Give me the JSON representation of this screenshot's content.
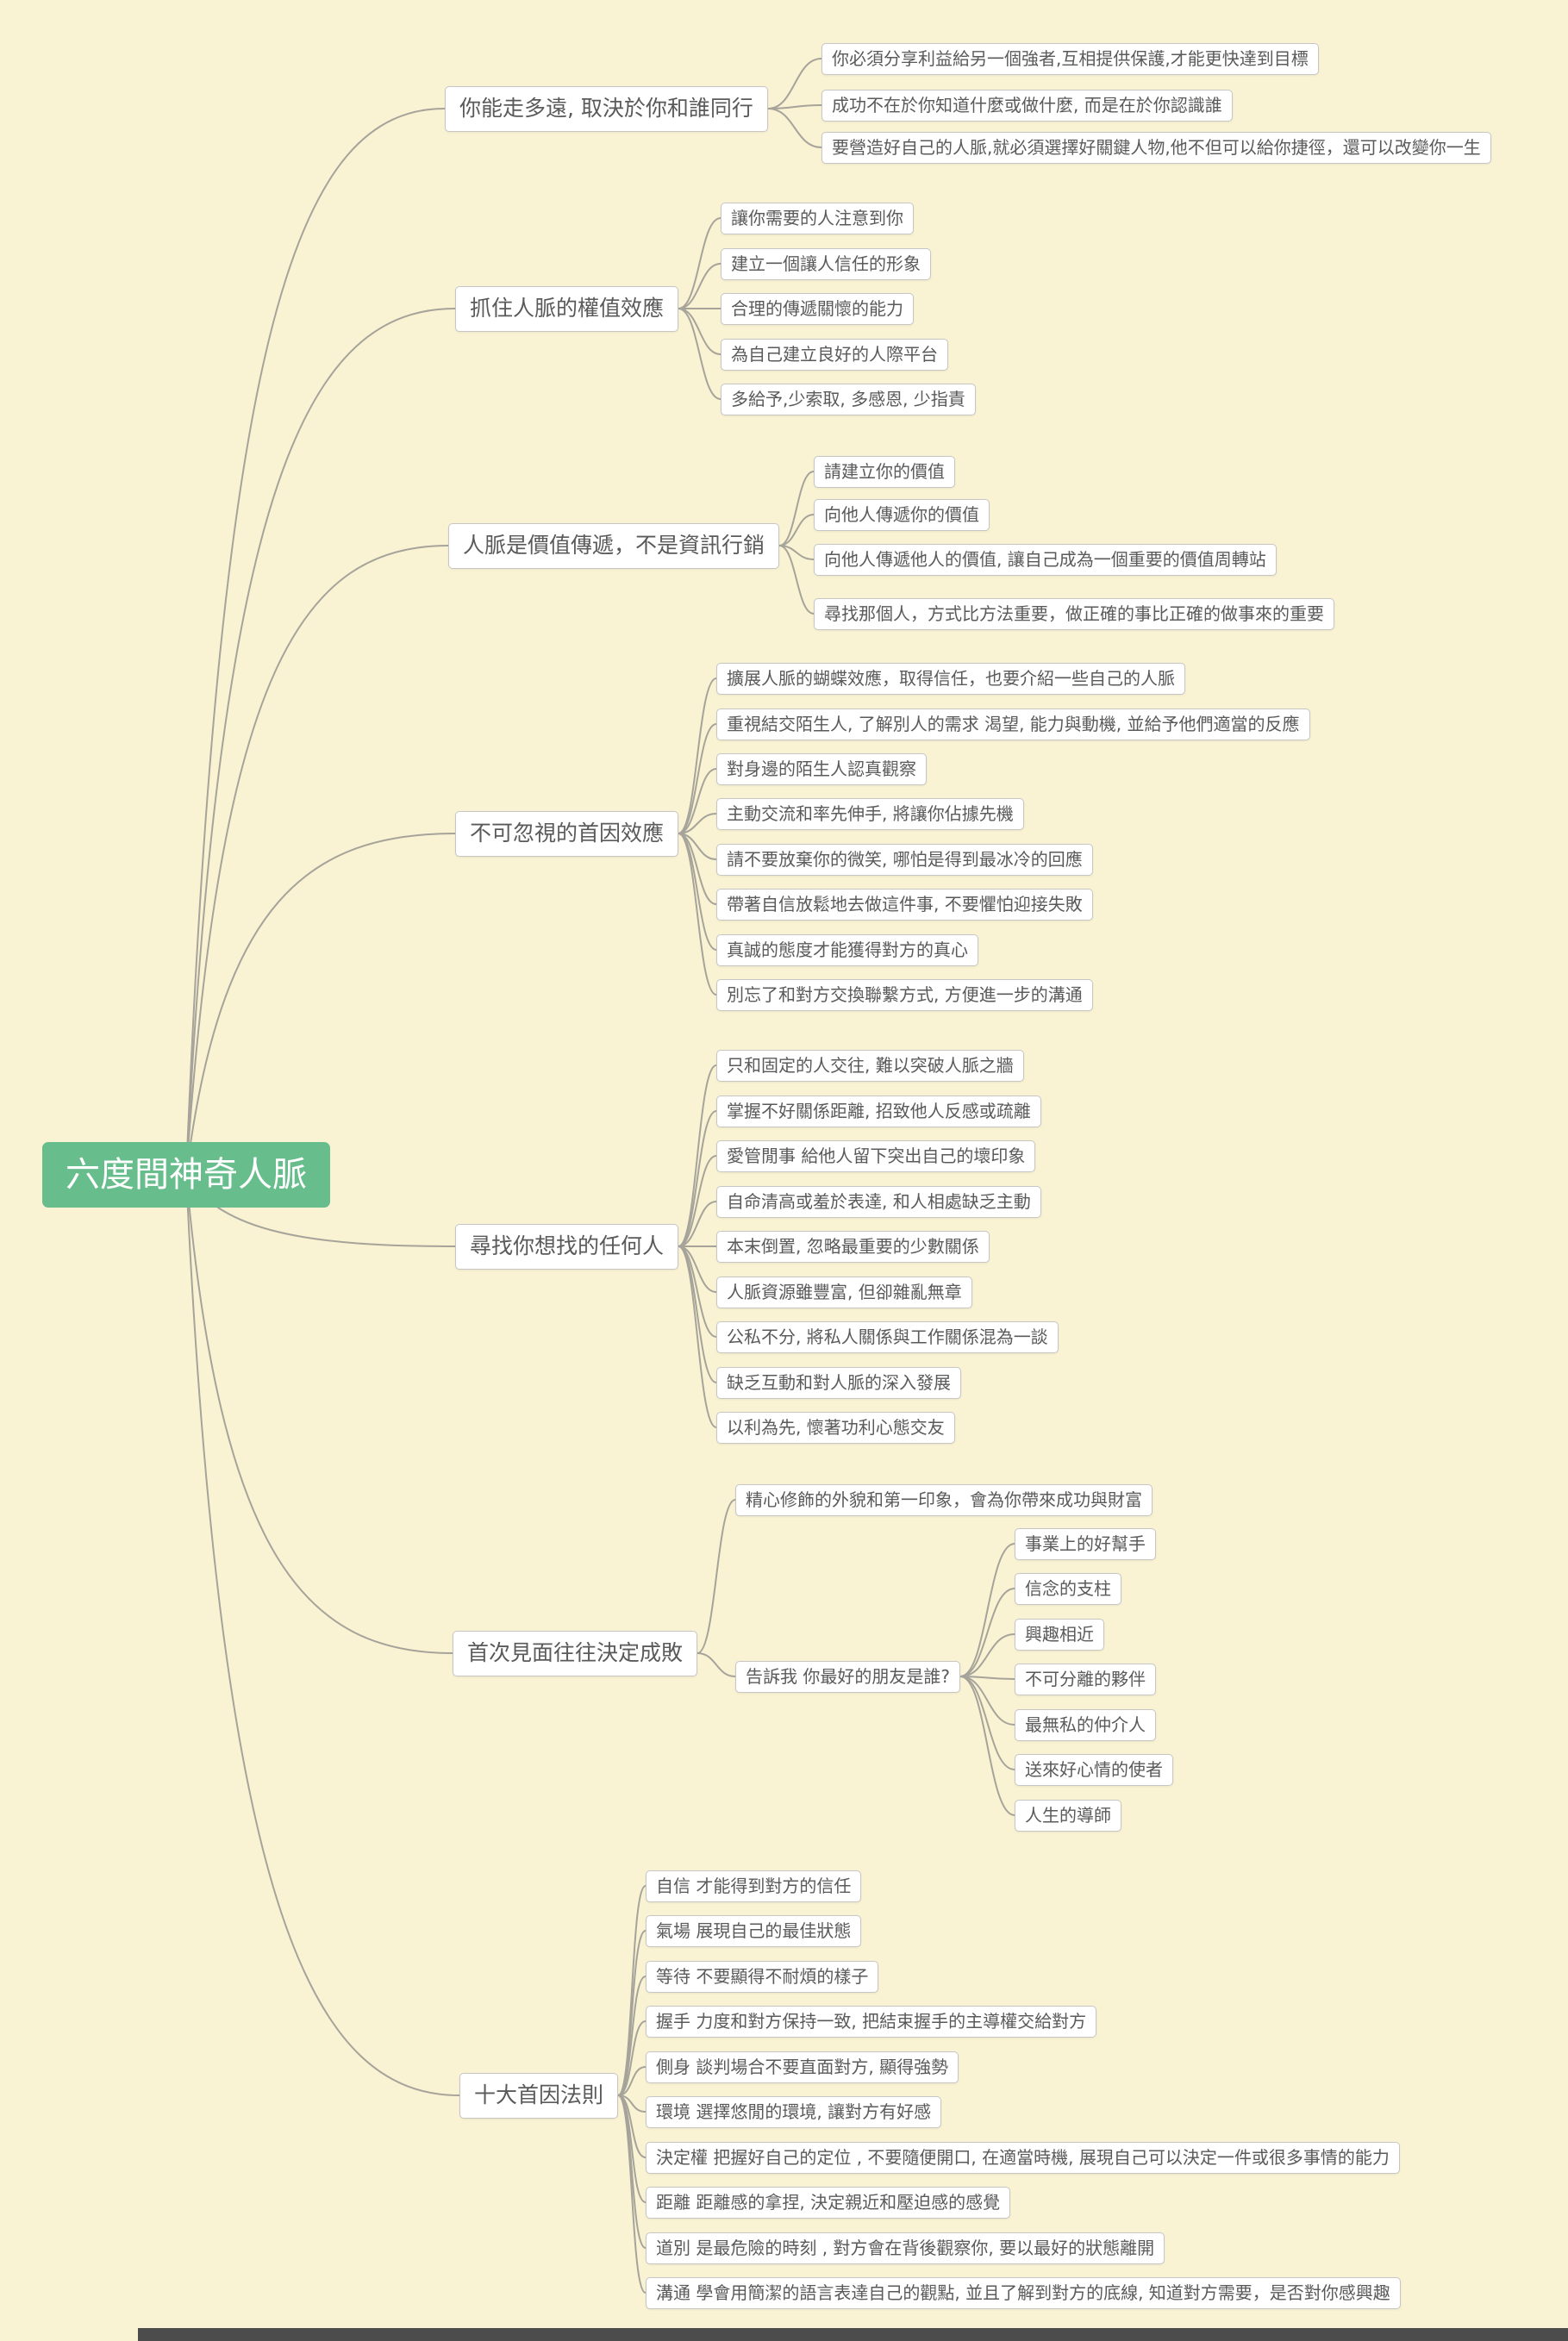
{
  "colors": {
    "background": "#f9f3d3",
    "node_fill": "#ffffff",
    "node_border": "#c6c6c6",
    "node_text": "#5a5a5a",
    "root_bg": "#67bd8b",
    "root_text": "#ffffff",
    "line": "#a6a39a",
    "scrollbar": "#4c4c4c"
  },
  "root": {
    "label": "六度間神奇人脈"
  },
  "branches": [
    {
      "label": "你能走多遠, 取決於你和誰同行",
      "children": [
        {
          "label": "你必須分享利益給另一個強者,互相提供保護,才能更快達到目標"
        },
        {
          "label": "成功不在於你知道什麼或做什麼, 而是在於你認識誰"
        },
        {
          "label": "要營造好自己的人脈,就必須選擇好關鍵人物,他不但可以給你捷徑，還可以改變你一生"
        }
      ]
    },
    {
      "label": "抓住人脈的權值效應",
      "children": [
        {
          "label": "讓你需要的人注意到你"
        },
        {
          "label": "建立一個讓人信任的形象"
        },
        {
          "label": "合理的傳遞關懷的能力"
        },
        {
          "label": "為自己建立良好的人際平台"
        },
        {
          "label": "多給予,少索取, 多感恩, 少指責"
        }
      ]
    },
    {
      "label": "人脈是價值傳遞，不是資訊行銷",
      "children": [
        {
          "label": "請建立你的價值"
        },
        {
          "label": "向他人傳遞你的價值"
        },
        {
          "label": "向他人傳遞他人的價值, 讓自己成為一個重要的價值周轉站"
        },
        {
          "label": "尋找那個人，方式比方法重要，做正確的事比正確的做事來的重要"
        }
      ]
    },
    {
      "label": "不可忽視的首因效應",
      "children": [
        {
          "label": "擴展人脈的蝴蝶效應，取得信任，也要介紹一些自己的人脈"
        },
        {
          "label": "重視結交陌生人, 了解別人的需求 渴望, 能力與動機, 並給予他們適當的反應"
        },
        {
          "label": "對身邊的陌生人認真觀察"
        },
        {
          "label": "主動交流和率先伸手, 將讓你佔據先機"
        },
        {
          "label": "請不要放棄你的微笑, 哪怕是得到最冰冷的回應"
        },
        {
          "label": "帶著自信放鬆地去做這件事, 不要懼怕迎接失敗"
        },
        {
          "label": "真誠的態度才能獲得對方的真心"
        },
        {
          "label": "別忘了和對方交換聯繫方式, 方便進一步的溝通"
        }
      ]
    },
    {
      "label": "尋找你想找的任何人",
      "children": [
        {
          "label": "只和固定的人交往, 難以突破人脈之牆"
        },
        {
          "label": "掌握不好關係距離, 招致他人反感或疏離"
        },
        {
          "label": "愛管閒事 給他人留下突出自己的壞印象"
        },
        {
          "label": "自命清高或羞於表達, 和人相處缺乏主動"
        },
        {
          "label": "本末倒置, 忽略最重要的少數關係"
        },
        {
          "label": "人脈資源雖豐富, 但卻雜亂無章"
        },
        {
          "label": "公私不分, 將私人關係與工作關係混為一談"
        },
        {
          "label": "缺乏互動和對人脈的深入發展"
        },
        {
          "label": "以利為先, 懷著功利心態交友"
        }
      ]
    },
    {
      "label": "首次見面往往決定成敗",
      "children": [
        {
          "label": "精心修飾的外貌和第一印象，會為你帶來成功與財富"
        },
        {
          "label": "告訴我 你最好的朋友是誰?",
          "children": [
            {
              "label": "事業上的好幫手"
            },
            {
              "label": "信念的支柱"
            },
            {
              "label": "興趣相近"
            },
            {
              "label": "不可分離的夥伴"
            },
            {
              "label": "最無私的仲介人"
            },
            {
              "label": "送來好心情的使者"
            },
            {
              "label": "人生的導師"
            }
          ]
        }
      ]
    },
    {
      "label": "十大首因法則",
      "children": [
        {
          "label": "自信 才能得到對方的信任"
        },
        {
          "label": "氣場 展現自己的最佳狀態"
        },
        {
          "label": "等待 不要顯得不耐煩的樣子"
        },
        {
          "label": "握手 力度和對方保持一致, 把結束握手的主導權交給對方"
        },
        {
          "label": "側身 談判場合不要直面對方, 顯得強勢"
        },
        {
          "label": "環境 選擇悠閒的環境, 讓對方有好感"
        },
        {
          "label": "決定權 把握好自己的定位 , 不要隨便開口, 在適當時機, 展現自己可以決定一件或很多事情的能力"
        },
        {
          "label": "距離 距離感的拿捏, 決定親近和壓迫感的感覺"
        },
        {
          "label": "道別 是最危險的時刻 , 對方會在背後觀察你, 要以最好的狀態離開"
        },
        {
          "label": "溝通 學會用簡潔的語言表達自己的觀點, 並且了解到對方的底線, 知道對方需要，是否對你感興趣"
        }
      ]
    }
  ]
}
